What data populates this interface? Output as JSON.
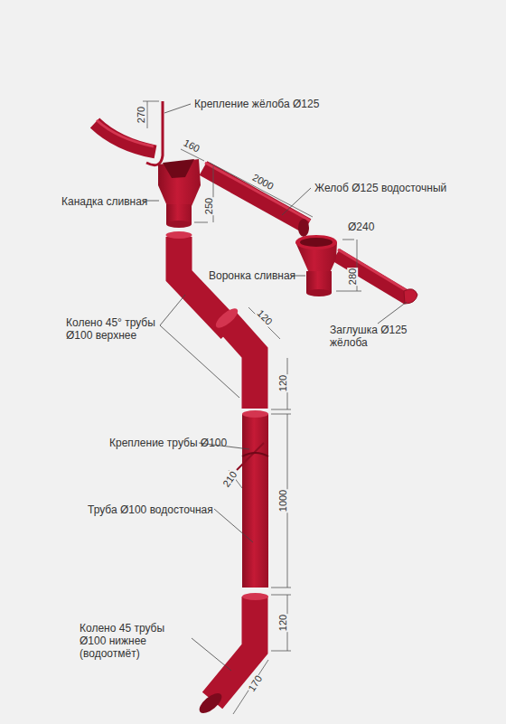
{
  "diagram": {
    "labels": [
      "270",
      "Крепление жёлоба Ø125",
      "160",
      "2000",
      "Желоб Ø125 водосточный",
      "Канадка сливная",
      "250",
      "Ø240",
      "Воронка сливная",
      "280",
      "Заглушка Ø125 жёлоба",
      "Колено 45° трубы Ø100 верхнее",
      "120",
      "120",
      "Крепление трубы Ø100",
      "210",
      "1000",
      "Труба Ø100 водосточная",
      "120",
      "Колено 45 трубы Ø100 нижнее (водоотмёт)",
      "170"
    ]
  }
}
